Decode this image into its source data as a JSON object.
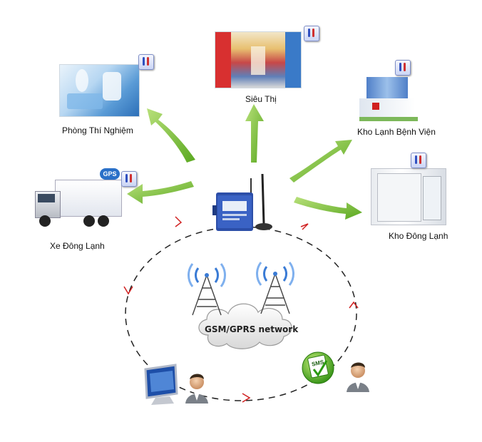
{
  "nodes": {
    "lab": "Phòng Thí Nghiệm",
    "supermarket": "Siêu Thị",
    "hospital": "Kho Lạnh Bệnh Viện",
    "truck": "Xe Đông Lạnh",
    "cold_storage": "Kho Đông Lạnh"
  },
  "network": {
    "label": "GSM/GPRS network"
  },
  "badges": {
    "gps": "GPS",
    "sms": "SMS"
  },
  "colors": {
    "arrow": "#7cc63a",
    "ring": "#222222",
    "ring_marker": "#d02020",
    "sensor": "#3050c0"
  },
  "icons": {
    "sensor": "thermometer-sensor-icon",
    "gateway": "gsm-gateway-device-icon",
    "tower": "cell-tower-icon",
    "computer": "monitor-icon",
    "user": "user-icon",
    "sms": "sms-icon"
  }
}
